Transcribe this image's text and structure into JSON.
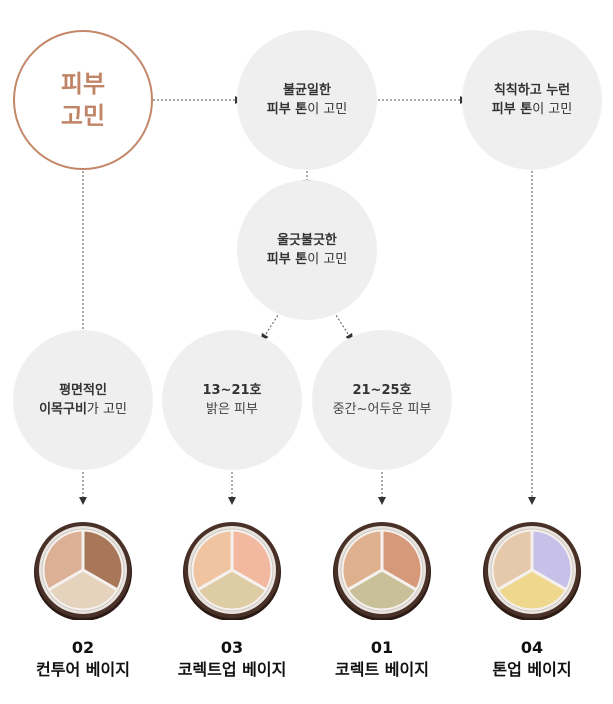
{
  "start": {
    "line1": "피부",
    "line2": "고민"
  },
  "nodes": {
    "uneven": {
      "bold": "불균일한",
      "bold2": "피부 톤",
      "rest": "이 고민"
    },
    "dull": {
      "bold": "칙칙하고 누런",
      "bold2": "피부 톤",
      "rest": "이 고민"
    },
    "blotchy": {
      "bold": "울긋불긋한",
      "bold2": "피부 톤",
      "rest": "이 고민"
    },
    "flat": {
      "bold": "평면적인",
      "bold2": "이목구비",
      "rest": "가 고민"
    },
    "light": {
      "bold": "13~21호",
      "sub": "밝은 피부"
    },
    "medium": {
      "bold": "21~25호",
      "sub": "중간~어두운 피부"
    }
  },
  "products": [
    {
      "code": "02",
      "name": "컨투어 베이지",
      "colors": [
        "#dcb094",
        "#a8775a",
        "#e6d3bd"
      ]
    },
    {
      "code": "03",
      "name": "코렉트업 베이지",
      "colors": [
        "#f0c4a0",
        "#f2b9a0",
        "#ddcca4"
      ]
    },
    {
      "code": "01",
      "name": "코렉트 베이지",
      "colors": [
        "#dfb08e",
        "#d69a7a",
        "#c9c09a"
      ]
    },
    {
      "code": "04",
      "name": "톤업 베이지",
      "colors": [
        "#e6c8aa",
        "#c7c0e8",
        "#efd88e"
      ]
    }
  ]
}
